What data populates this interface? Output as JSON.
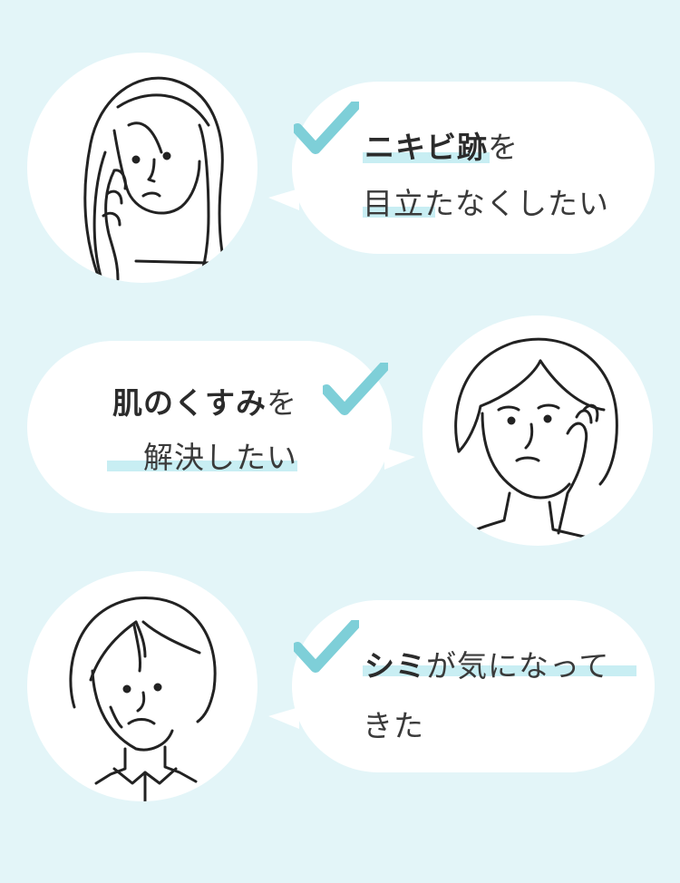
{
  "items": [
    {
      "bold": "ニキビ跡",
      "rest": "を",
      "line2": "目立たなくしたい"
    },
    {
      "bold": "肌のくすみ",
      "rest": "を",
      "line2": "解決したい"
    },
    {
      "bold": "シミ",
      "rest": "が気になって",
      "line2": "きた"
    }
  ],
  "colors": {
    "background": "#e3f5f8",
    "check": "#7ecfd8",
    "highlight": "#c8eef3"
  },
  "icons": [
    "check-icon"
  ]
}
